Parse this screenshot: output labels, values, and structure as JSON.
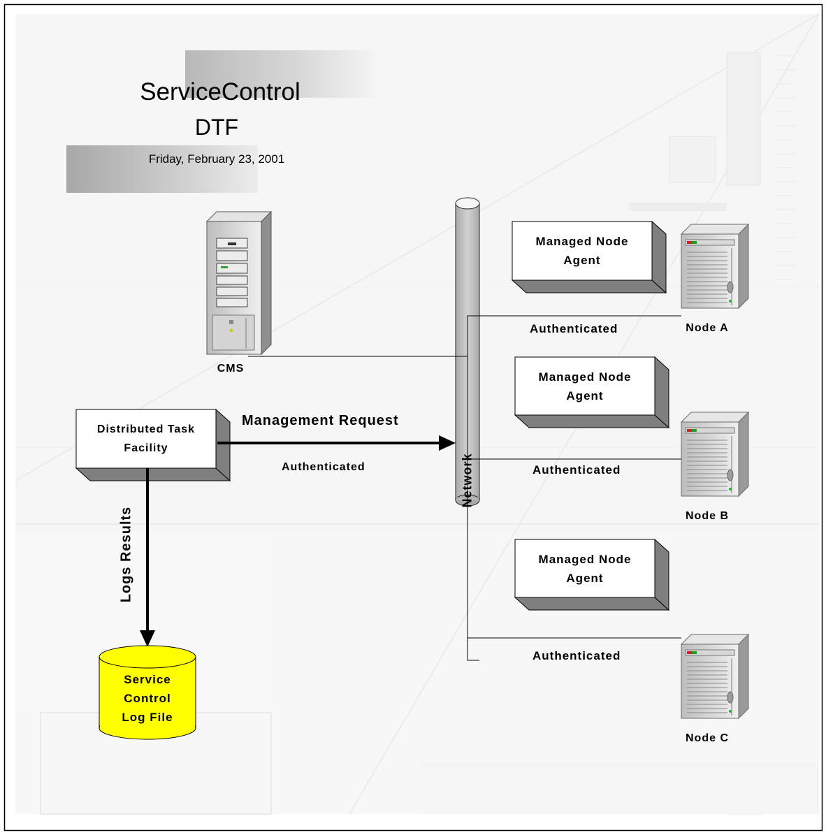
{
  "title": {
    "line1": "ServiceControl",
    "line2": "DTF",
    "date": "Friday, February 23, 2001"
  },
  "cms": {
    "label": "CMS"
  },
  "network": {
    "label": "Network"
  },
  "dtf_box": {
    "line1": "Distributed Task",
    "line2": "Facility"
  },
  "arrows": {
    "management_request": "Management Request",
    "authenticated_request": "Authenticated",
    "logs_results": "Logs Results"
  },
  "log_file": {
    "line1": "Service",
    "line2": "Control",
    "line3": "Log File"
  },
  "agents": [
    {
      "line1": "Managed Node",
      "line2": "Agent",
      "node": "Node A",
      "link": "Authenticated"
    },
    {
      "line1": "Managed Node",
      "line2": "Agent",
      "node": "Node B",
      "link": "Authenticated"
    },
    {
      "line1": "Managed Node",
      "line2": "Agent",
      "node": "Node C",
      "link": "Authenticated"
    }
  ],
  "colors": {
    "log_fill": "#ffff00",
    "pipe": "#c0c0c0",
    "box_side": "#808080"
  }
}
